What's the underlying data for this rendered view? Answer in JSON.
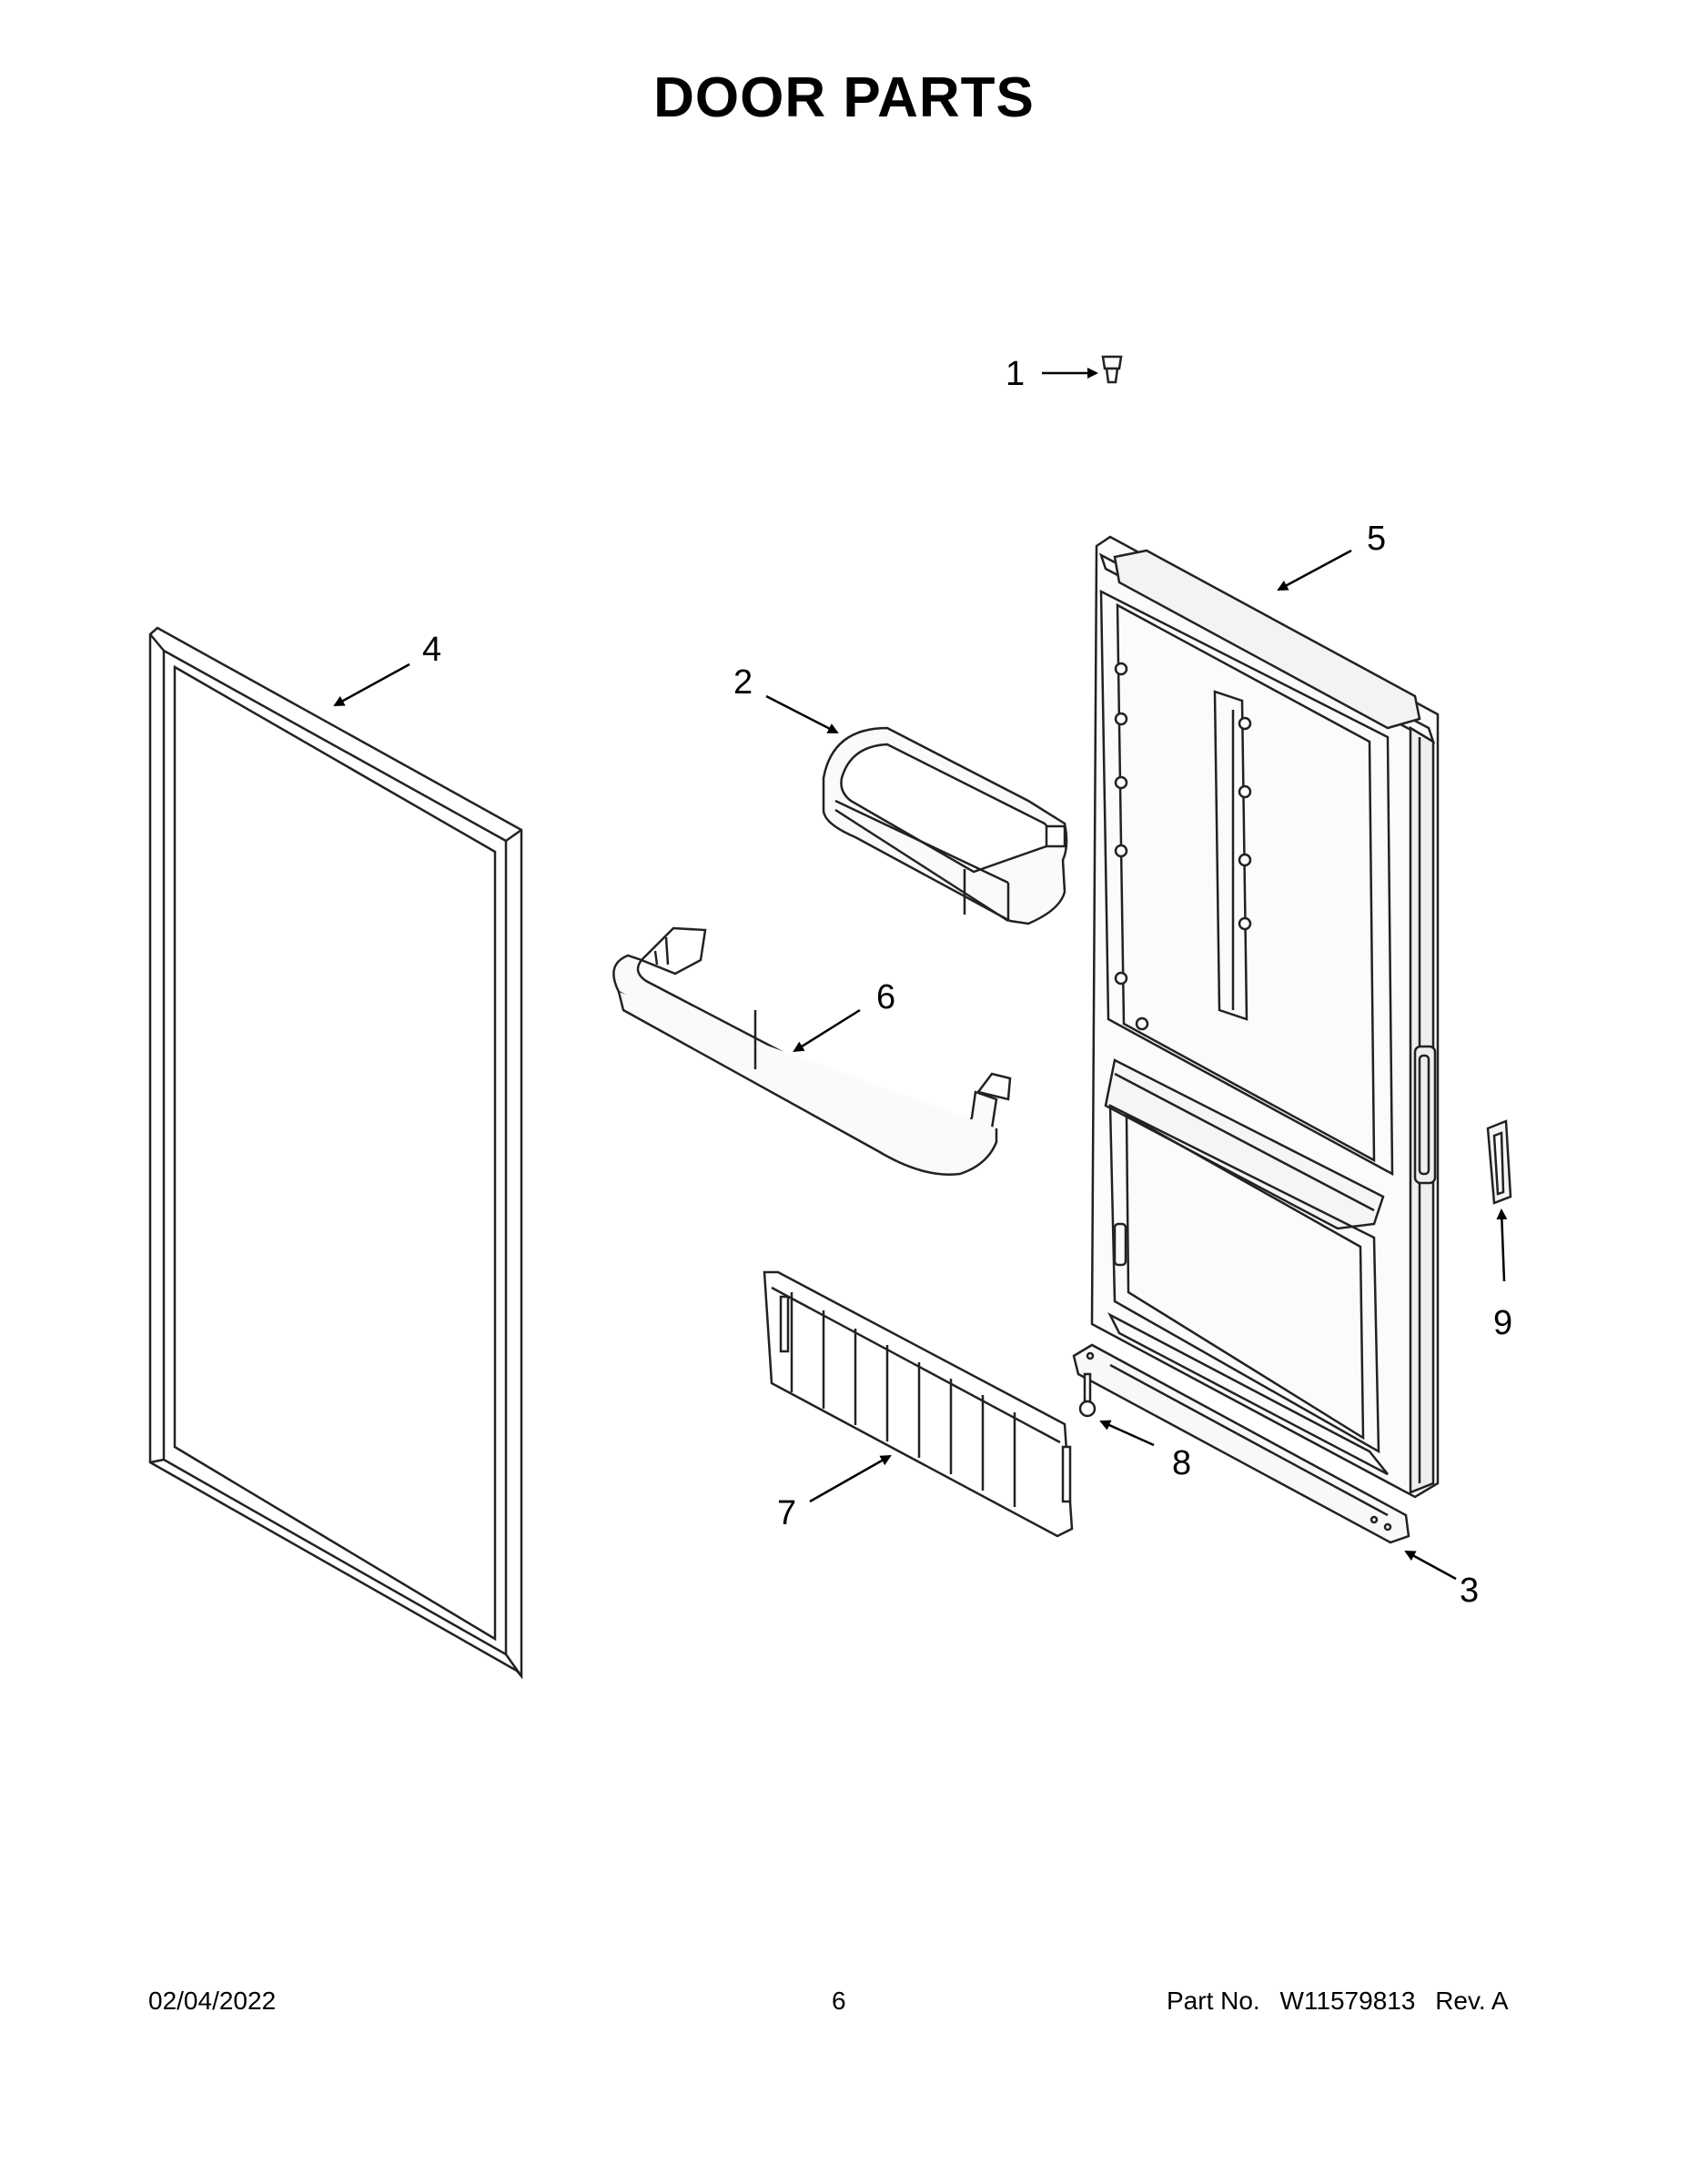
{
  "title": "DOOR  PARTS",
  "callouts": [
    "1",
    "2",
    "3",
    "4",
    "5",
    "6",
    "7",
    "8",
    "9"
  ],
  "footer": {
    "date": "02/04/2022",
    "page": "6",
    "part_label": "Part No.",
    "part_number": "W11579813",
    "revision": "Rev.  A"
  }
}
